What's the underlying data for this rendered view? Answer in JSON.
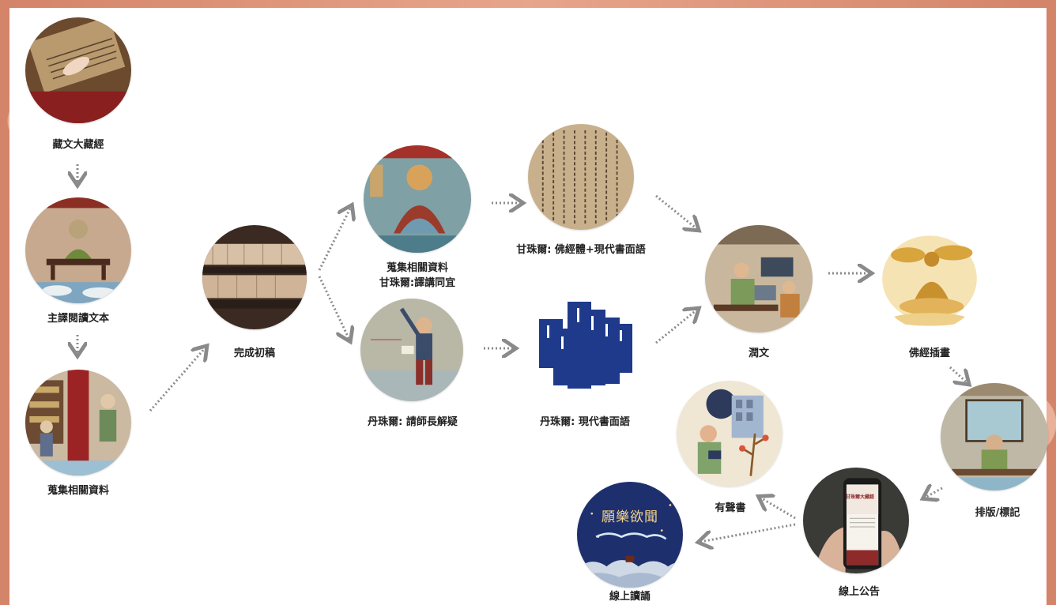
{
  "nodes": {
    "tibetan_canon": "藏文大藏經",
    "lead_translator_read": "主譯閱讀文本",
    "collect_materials_1": "蒐集相關資料",
    "first_draft": "完成初稿",
    "kangyur_collect_line1": "蒐集相關資料",
    "kangyur_collect_line2": "甘珠爾:譯講同宜",
    "kangyur_style": "甘珠爾: 佛經體+現代書面語",
    "tengyur_teacher": "丹珠爾: 請師長解疑",
    "tengyur_style": "丹珠爾: 現代書面語",
    "polish": "潤文",
    "illustration": "佛經插畫",
    "typesetting": "排版/標記",
    "audiobook": "有聲書",
    "online_announce": "線上公告",
    "online_reading": "線上讀誦"
  },
  "images": {
    "phone_title": "甘珠爾大藏經",
    "card_title": "願樂欲聞"
  },
  "colors": {
    "arrow": "#8a8a8a",
    "page_bg": "#d88c6e",
    "navy": "#1f3a8a"
  }
}
